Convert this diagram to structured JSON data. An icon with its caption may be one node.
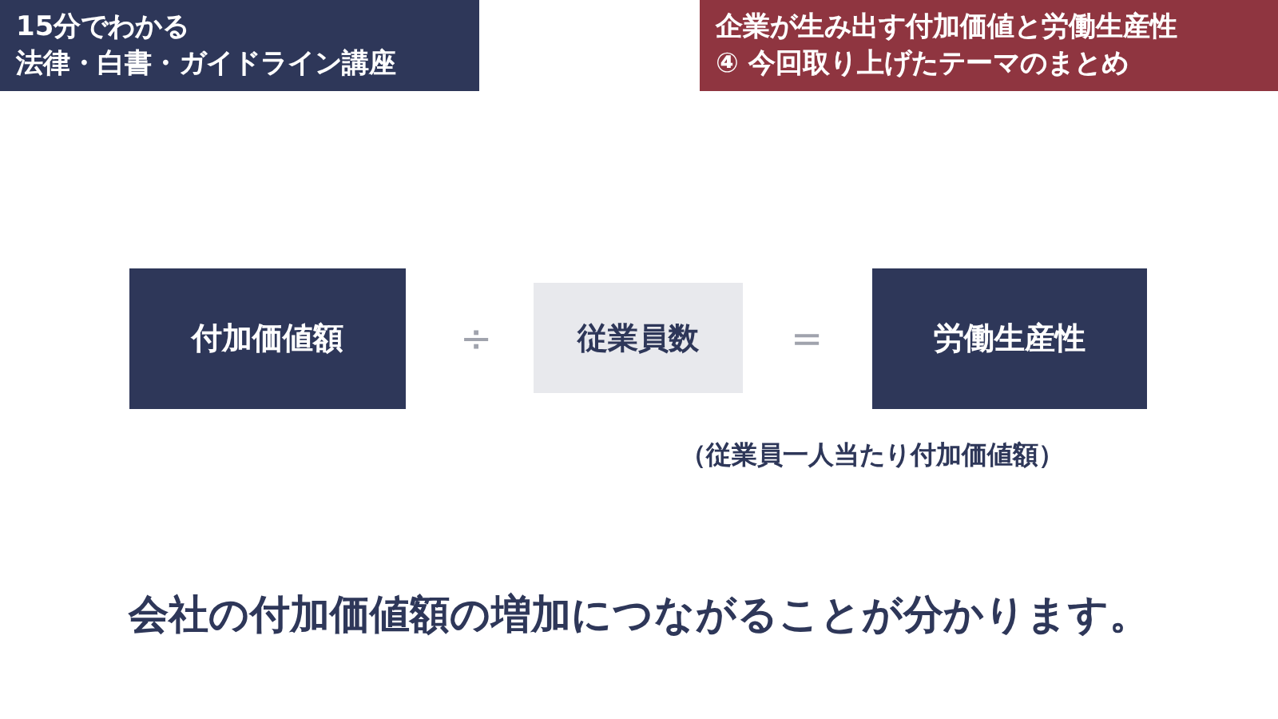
{
  "diagram": {
    "nodes": [
      {
        "text": [
          "15分でわかる",
          "法律・白書・ガイドライン講座"
        ]
      },
      {
        "text": [
          "企業が生み出す付加価値と労働生産性",
          "④ 今回取り上げたテーマのまとめ"
        ]
      },
      {
        "text": [
          "付加価値額"
        ]
      },
      {
        "text": [
          "従業員数"
        ]
      },
      {
        "text": [
          "労働生産性"
        ],
        "beside": [
          "（従業員一人当たり付加価値額）"
        ]
      }
    ],
    "labels": [
      "÷",
      "=",
      "会社の付加価値額の増加につながることが分かります。"
    ]
  }
}
